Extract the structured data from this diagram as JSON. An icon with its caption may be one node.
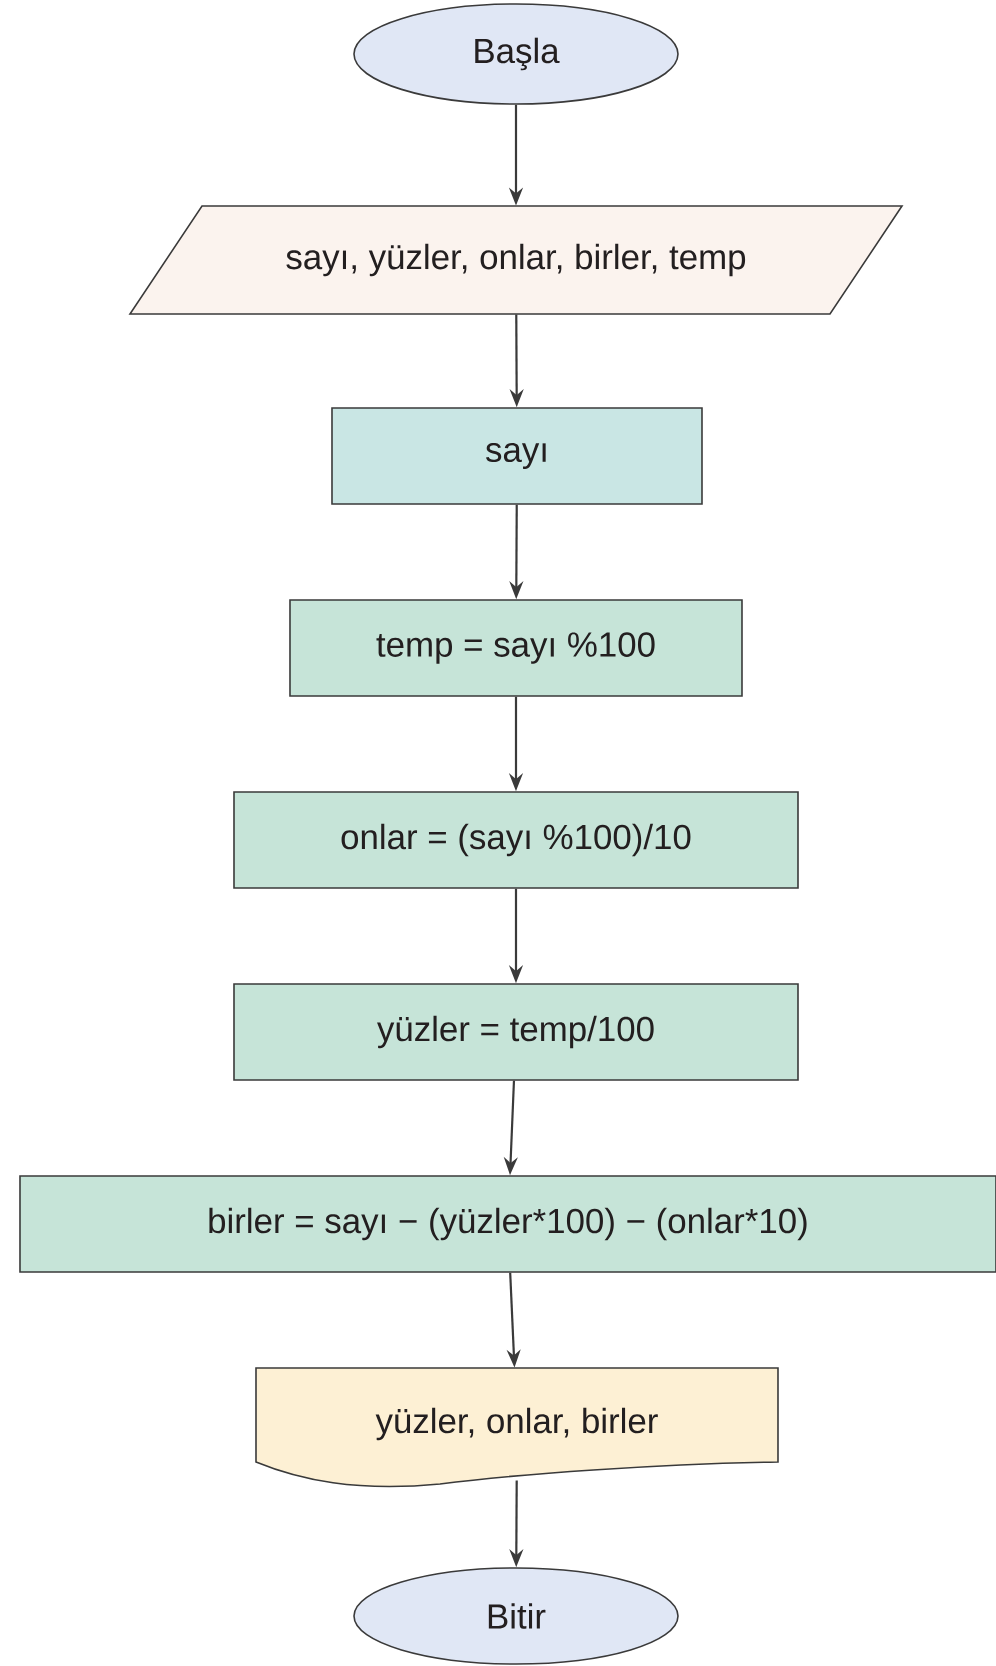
{
  "diagram": {
    "nodes": [
      {
        "text": [
          "Başla"
        ]
      },
      {
        "text": [
          "sayı, yüzler, onlar, birler, temp"
        ]
      },
      {
        "text": [
          "sayı"
        ]
      },
      {
        "text": [
          "temp = sayı %100"
        ]
      },
      {
        "text": [
          "onlar = (sayı %100)/10"
        ]
      },
      {
        "text": [
          "yüzler = temp/100"
        ]
      },
      {
        "text": [
          "birler = sayı − (yüzler*100) − (onlar*10)"
        ]
      },
      {
        "text": [
          "yüzler, onlar, birler"
        ]
      },
      {
        "text": [
          "Bitir"
        ]
      }
    ],
    "edges": [
      {
        "from": 0,
        "to": 1,
        "arrow": "to"
      },
      {
        "from": 1,
        "to": 2,
        "arrow": "to"
      },
      {
        "from": 2,
        "to": 3,
        "arrow": "to"
      },
      {
        "from": 3,
        "to": 4,
        "arrow": "to"
      },
      {
        "from": 4,
        "to": 5,
        "arrow": "to"
      },
      {
        "from": 5,
        "to": 6,
        "arrow": "to"
      },
      {
        "from": 6,
        "to": 7,
        "arrow": "to"
      },
      {
        "from": 7,
        "to": 8,
        "arrow": "to"
      }
    ]
  }
}
